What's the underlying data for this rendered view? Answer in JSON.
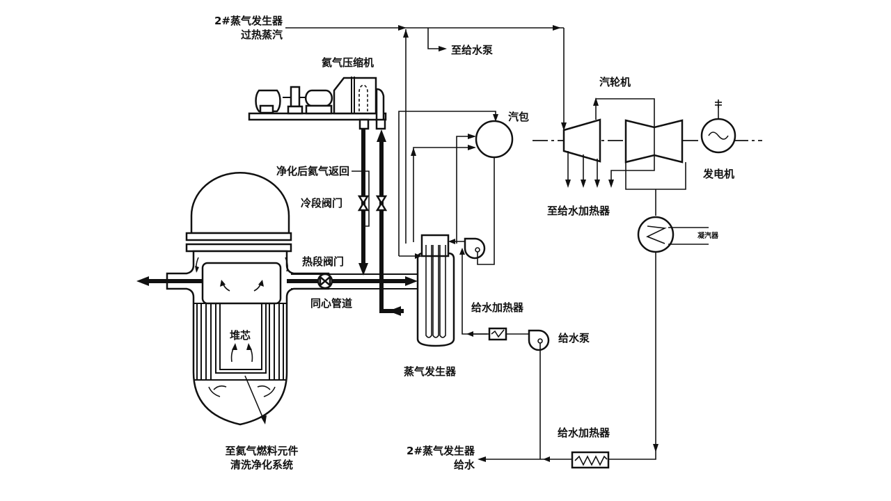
{
  "title": "高温气冷堆核电站系统流程图",
  "labels": {
    "sg2_steam_line1": "2#蒸气发生器",
    "sg2_steam_line2": "过热蒸汽",
    "to_feed_pump": "至给水泵",
    "helium_compressor": "氦气压缩机",
    "turbine": "汽轮机",
    "steam_drum": "汽包",
    "generator": "发电机",
    "purified_helium_return": "净化后氦气返回",
    "cold_leg_valve": "冷段阀门",
    "to_feedwater_heater": "至给水加热器",
    "condenser": "凝汽器",
    "hot_leg_valve": "热段阀门",
    "concentric_duct": "同心管道",
    "feedwater_heater_upper": "给水加热器",
    "core": "堆芯",
    "feed_pump": "给水泵",
    "steam_generator": "蒸气发生器",
    "feedwater_heater_lower": "给水加热器",
    "purification_line1": "至氦气燃料元件",
    "purification_line2": "清洗净化系统",
    "sg2_feed_line1": "2#蒸气发生器",
    "sg2_feed_line2": "给水"
  },
  "components": [
    {
      "id": "reactor",
      "name": "反应堆压力容器"
    },
    {
      "id": "helium-compressor",
      "name": "氦气压缩机"
    },
    {
      "id": "steam-generator",
      "name": "蒸气发生器"
    },
    {
      "id": "steam-drum",
      "name": "汽包"
    },
    {
      "id": "circulation-pump",
      "name": "循环泵"
    },
    {
      "id": "hp-turbine",
      "name": "高压缸"
    },
    {
      "id": "lp-turbine",
      "name": "低压缸"
    },
    {
      "id": "generator",
      "name": "发电机"
    },
    {
      "id": "condenser",
      "name": "凝汽器"
    },
    {
      "id": "feed-pump",
      "name": "给水泵"
    },
    {
      "id": "feedwater-heater-1",
      "name": "给水加热器"
    },
    {
      "id": "feedwater-heater-2",
      "name": "给水加热器"
    }
  ]
}
